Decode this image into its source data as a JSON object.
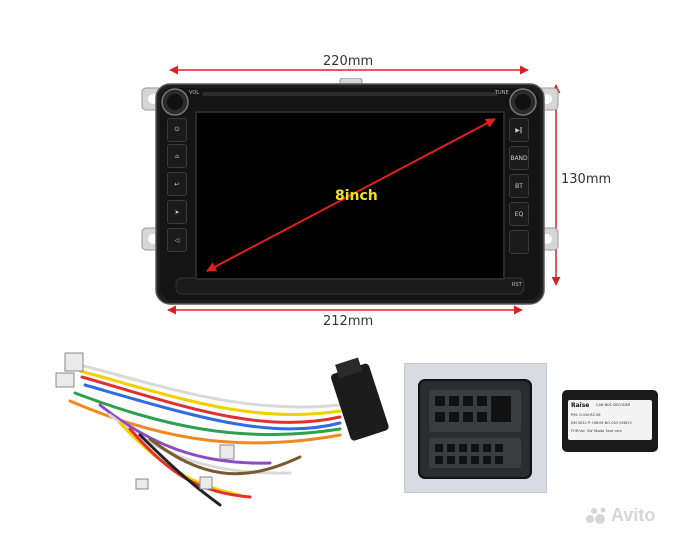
{
  "dimensions": {
    "width_top": "220mm",
    "height_right": "130mm",
    "width_bottom": "212mm"
  },
  "screen": {
    "diagonal": "8inch"
  },
  "panel_labels": {
    "vol": "VOL",
    "tune": "TUNE",
    "rst": "RST"
  },
  "right_buttons": [
    "BAND",
    "BT",
    "EQ"
  ],
  "decoder": {
    "brand": "Raise",
    "line1": "CAN BUS DECODER",
    "line2": "P/N: G-VW-RZ-06",
    "line3": "DM 0022 P: HW:IM-NO-003 VSW23",
    "line4": "FOR:Vol.  VW Skoda Seat cars"
  },
  "watermark": {
    "brand": "Avito"
  },
  "colors": {
    "dimension_line": "#e02020",
    "screen_text": "#f1e11c",
    "bezel": "#161616"
  }
}
